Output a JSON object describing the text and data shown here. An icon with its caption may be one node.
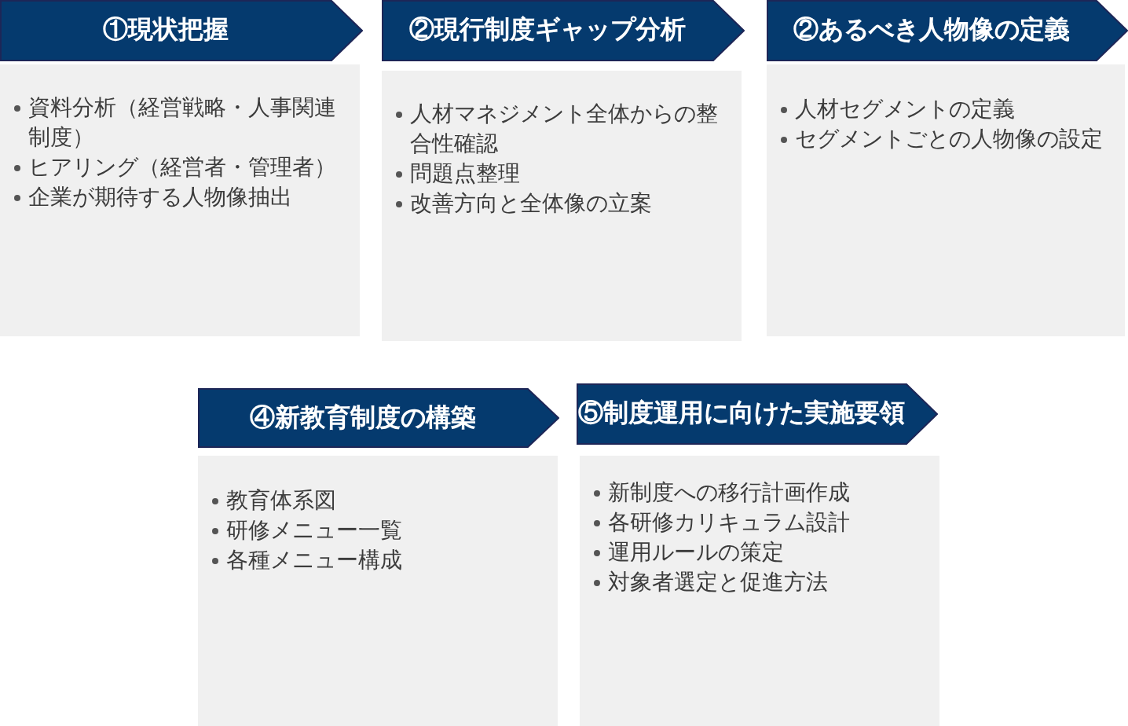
{
  "diagram": {
    "nodes": [
      {
        "text": [
          "①現状把握"
        ]
      },
      {
        "text": [
          "資料分析（経営戦略・人事関連制度）",
          "ヒアリング（経営者・管理者）",
          "企業が期待する人物像抽出"
        ]
      },
      {
        "text": [
          "②現行制度ギャップ分析"
        ]
      },
      {
        "text": [
          "人材マネジメント全体からの整合性確認",
          "問題点整理",
          "改善方向と全体像の立案"
        ]
      },
      {
        "text": [
          "②あるべき人物像の定義"
        ]
      },
      {
        "text": [
          "人材セグメントの定義",
          "セグメントごとの人物像の設定"
        ]
      },
      {
        "text": [
          "④新教育制度の構築"
        ]
      },
      {
        "text": [
          "教育体系図",
          "研修メニュー一覧",
          "各種メニュー構成"
        ]
      },
      {
        "text": [
          "⑤制度運用に向けた実施要領"
        ]
      },
      {
        "text": [
          "新制度への移行計画作成",
          "各研修カリキュラム設計",
          "運用ルールの策定",
          "対象者選定と促進方法"
        ]
      }
    ]
  }
}
